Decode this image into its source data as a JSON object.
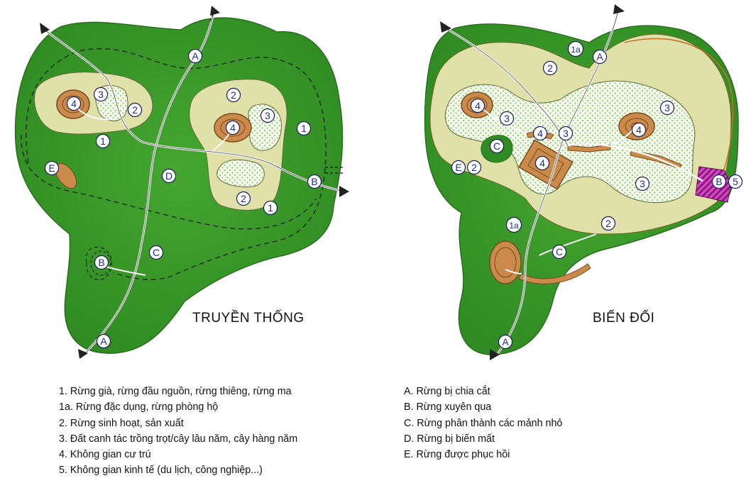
{
  "maps": {
    "left": {
      "title": "TRUYỀN THỐNG",
      "markers": {
        "A_top": "A",
        "A_bottom": "A",
        "B_right": "B",
        "B_left": "B",
        "C": "C",
        "D": "D",
        "E": "E",
        "four_left": "4",
        "three_left": "3",
        "two_left": "2",
        "one_left": "1",
        "two_right_top": "2",
        "three_right": "3",
        "four_right": "4",
        "one_right_top": "1",
        "two_right_bottom": "2",
        "one_right_bottom": "1"
      }
    },
    "right": {
      "title": "BIẾN ĐỔI",
      "markers": {
        "one_a_top": "1a",
        "A_top": "A",
        "A_bottom": "A",
        "two_top": "2",
        "four_left": "4",
        "three_left": "3",
        "four_mid": "4",
        "three_mid": "3",
        "three_right_top": "3",
        "four_right": "4",
        "C_small": "C",
        "E": "E",
        "two_left": "2",
        "four_center": "4",
        "three_right_bottom": "3",
        "B_right": "B",
        "five": "5",
        "one_a_bottom": "1a",
        "two_bottom": "2",
        "C_bottom": "C"
      }
    }
  },
  "legend_left": [
    "1. Rừng già, rừng đầu nguồn, rừng thiêng, rừng ma",
    "1a. Rừng đặc dụng, rừng phòng hộ",
    "2. Rừng sinh hoạt, sản xuất",
    "3. Đất canh tác trồng trọt/cây lâu năm, cây hàng năm",
    "4. Không gian cư trú",
    "5. Không gian kinh tế (du lịch, công nghiệp...)"
  ],
  "legend_right": [
    "A. Rừng bị chia cắt",
    "B. Rừng xuyên qua",
    "C. Rừng phân thành các mảnh nhỏ",
    "D. Rừng bị biến mất",
    "E. Rừng được phục hồi"
  ],
  "colors": {
    "forest": "#3c9a2a",
    "forest_dark": "#2a6f1e",
    "production": "#dfe1a9",
    "cultivation": "#f3f6ea",
    "cultivation_dots": "#6ec44a",
    "settlement": "#c98a4a",
    "economic": "#b22aa0",
    "marker_text": "#1a2c9c"
  }
}
